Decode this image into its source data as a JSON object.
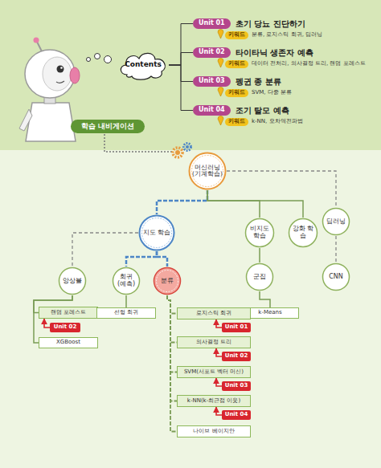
{
  "diagram": {
    "nodes": [
      {
        "text": [
          "학습 내비게이션"
        ]
      },
      {
        "text": [
          "Contents"
        ]
      },
      {
        "text": [
          "Unit 01",
          "초기 당뇨 진단하기"
        ]
      },
      {
        "text": [
          "키워드",
          "분류, 로지스틱 회귀, 딥러닝"
        ]
      },
      {
        "text": [
          "Unit 02",
          "타이타닉 생존자 예측"
        ]
      },
      {
        "text": [
          "키워드",
          "데이터 전처리, 의사결정 트리, 랜덤 포레스트"
        ]
      },
      {
        "text": [
          "Unit 03",
          "펭귄 종 분류"
        ]
      },
      {
        "text": [
          "키워드",
          "SVM, 다중 분류"
        ]
      },
      {
        "text": [
          "Unit 04",
          "조기 탈모 예측"
        ]
      },
      {
        "text": [
          "키워드",
          "k-NN, 오차역전파법"
        ]
      },
      {
        "text": [
          "머신러닝 (기계학습)"
        ]
      },
      {
        "text": [
          "지도 학습"
        ]
      },
      {
        "text": [
          "비지도 학습"
        ]
      },
      {
        "text": [
          "강화 학습"
        ]
      },
      {
        "text": [
          "딥러닝"
        ]
      },
      {
        "text": [
          "앙상블"
        ]
      },
      {
        "text": [
          "회귀 (예측)"
        ]
      },
      {
        "text": [
          "분류"
        ]
      },
      {
        "text": [
          "군집"
        ]
      },
      {
        "text": [
          "CNN"
        ]
      },
      {
        "text": [
          "랜덤 포레스트"
        ]
      },
      {
        "text": [
          "Unit 02"
        ]
      },
      {
        "text": [
          "XGBoost"
        ]
      },
      {
        "text": [
          "선형 회귀"
        ]
      },
      {
        "text": [
          "k-Means"
        ]
      },
      {
        "text": [
          "로지스틱 회귀"
        ]
      },
      {
        "text": [
          "Unit 01"
        ]
      },
      {
        "text": [
          "의사결정 트리"
        ]
      },
      {
        "text": [
          "Unit 02"
        ]
      },
      {
        "text": [
          "SVM(서포트 벡터 머신)"
        ]
      },
      {
        "text": [
          "Unit 03"
        ]
      },
      {
        "text": [
          "k-NN(k-최근접 이웃)"
        ]
      },
      {
        "text": [
          "Unit 04"
        ]
      },
      {
        "text": [
          "나이브 베이지안"
        ]
      }
    ],
    "edges": [
      {
        "from": 1,
        "to": 2,
        "arrow": "none"
      },
      {
        "from": 1,
        "to": 4,
        "arrow": "none"
      },
      {
        "from": 1,
        "to": 6,
        "arrow": "none"
      },
      {
        "from": 1,
        "to": 8,
        "arrow": "none"
      },
      {
        "from": 10,
        "to": 11,
        "arrow": "none"
      },
      {
        "from": 10,
        "to": 12,
        "arrow": "none"
      },
      {
        "from": 10,
        "to": 13,
        "arrow": "none"
      },
      {
        "from": 10,
        "to": 14,
        "arrow": "none"
      },
      {
        "from": 14,
        "to": 19,
        "arrow": "none"
      },
      {
        "from": 11,
        "to": 15,
        "arrow": "none"
      },
      {
        "from": 11,
        "to": 16,
        "arrow": "none"
      },
      {
        "from": 11,
        "to": 17,
        "arrow": "none"
      },
      {
        "from": 12,
        "to": 18,
        "arrow": "none"
      },
      {
        "from": 18,
        "to": 24,
        "arrow": "none"
      },
      {
        "from": 15,
        "to": 20,
        "arrow": "none"
      },
      {
        "from": 15,
        "to": 22,
        "arrow": "none"
      },
      {
        "from": 16,
        "to": 23,
        "arrow": "none"
      },
      {
        "from": 17,
        "to": 25,
        "arrow": "none"
      },
      {
        "from": 17,
        "to": 27,
        "arrow": "none"
      },
      {
        "from": 17,
        "to": 29,
        "arrow": "none"
      },
      {
        "from": 17,
        "to": 31,
        "arrow": "none"
      },
      {
        "from": 17,
        "to": 33,
        "arrow": "none"
      },
      {
        "from": 21,
        "to": 20,
        "arrow": "to"
      },
      {
        "from": 26,
        "to": 25,
        "arrow": "to"
      },
      {
        "from": 28,
        "to": 27,
        "arrow": "to"
      },
      {
        "from": 30,
        "to": 29,
        "arrow": "to"
      },
      {
        "from": 32,
        "to": 31,
        "arrow": "to"
      }
    ]
  }
}
